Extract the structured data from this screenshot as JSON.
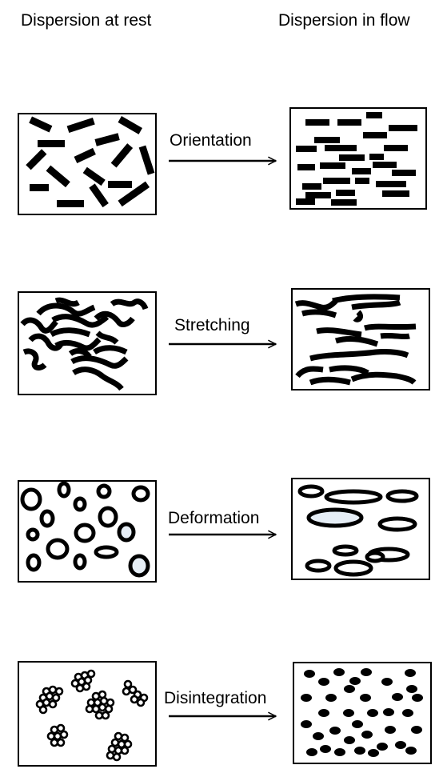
{
  "headers": {
    "at_rest": "Dispersion at rest",
    "in_flow": "Dispersion in flow"
  },
  "processes": [
    {
      "id": "orientation",
      "label": "Orientation",
      "particle": "rod"
    },
    {
      "id": "stretching",
      "label": "Stretching",
      "particle": "chain"
    },
    {
      "id": "deformation",
      "label": "Deformation",
      "particle": "droplet"
    },
    {
      "id": "disintegration",
      "label": "Disintegration",
      "particle": "aggregate"
    }
  ],
  "colors": {
    "ink": "#000000",
    "droplet_fill": "#e6eef6"
  }
}
